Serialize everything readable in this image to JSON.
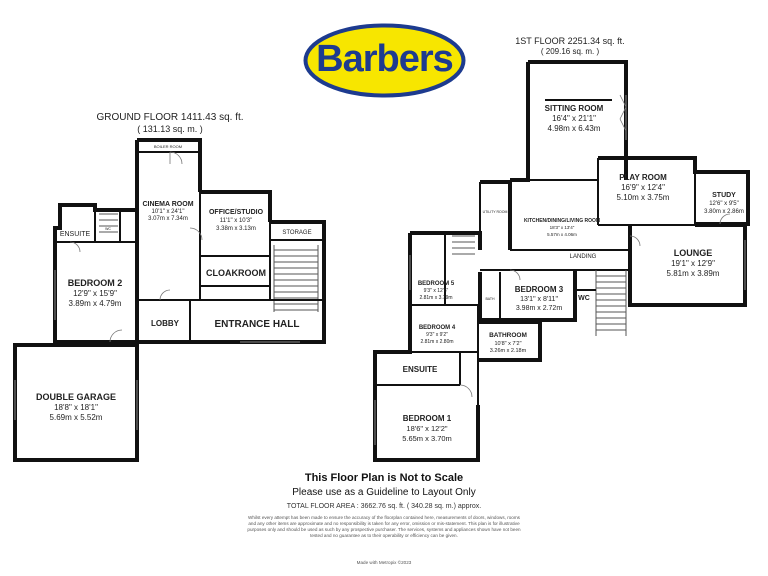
{
  "brand": {
    "logo_text": "Barbers",
    "ring_color": "#1d3b8f",
    "fill_color": "#f7e600"
  },
  "ground_floor": {
    "heading": "GROUND FLOOR 1411.43 sq. ft.",
    "heading_metric": "( 131.13 sq. m. )",
    "rooms": {
      "boiler": {
        "name": "BOILER ROOM"
      },
      "cinema": {
        "name": "CINEMA ROOM",
        "imperial": "10'1\" x 24'1\"",
        "metric": "3.07m x 7.34m"
      },
      "office": {
        "name": "OFFICE/STUDIO",
        "imperial": "11'1\" x 10'3\"",
        "metric": "3.38m x 3.13m"
      },
      "storage": {
        "name": "STORAGE"
      },
      "ensuite": {
        "name": "ENSUITE"
      },
      "wc": {
        "name": "WC"
      },
      "bedroom2": {
        "name": "BEDROOM 2",
        "imperial": "12'9\" x 15'9\"",
        "metric": "3.89m x 4.79m"
      },
      "cloakroom": {
        "name": "CLOAKROOM"
      },
      "lobby": {
        "name": "LOBBY"
      },
      "entrance": {
        "name": "ENTRANCE HALL"
      },
      "garage": {
        "name": "DOUBLE GARAGE",
        "imperial": "18'8\" x 18'1\"",
        "metric": "5.69m x 5.52m"
      }
    }
  },
  "first_floor": {
    "heading": "1ST FLOOR 2251.34 sq. ft.",
    "heading_metric": "( 209.16 sq. m. )",
    "rooms": {
      "sitting": {
        "name": "SITTING ROOM",
        "imperial": "16'4\" x 21'1\"",
        "metric": "4.98m x 6.43m"
      },
      "play": {
        "name": "PLAY ROOM",
        "imperial": "16'9\" x 12'4\"",
        "metric": "5.10m x 3.75m"
      },
      "study": {
        "name": "STUDY",
        "imperial": "12'6\" x 9'5\"",
        "metric": "3.80m x 2.86m"
      },
      "utility": {
        "name": "UTILITY ROOM"
      },
      "kitchen": {
        "name": "KITCHEN/DINING/LIVING ROOM",
        "imperial": "18'3\" x 13'4\"",
        "metric": "5.57m x 4.06m"
      },
      "lounge": {
        "name": "LOUNGE",
        "imperial": "19'1\" x 12'9\"",
        "metric": "5.81m x 3.89m"
      },
      "landing": {
        "name": "LANDING"
      },
      "bedroom5": {
        "name": "BEDROOM 5",
        "imperial": "9'3\" x 12'6\"",
        "metric": "2.81m x 3.79m"
      },
      "bedroom3": {
        "name": "BEDROOM 3",
        "imperial": "13'1\" x 8'11\"",
        "metric": "3.98m x 2.72m"
      },
      "bath_small": {
        "name": "BATH"
      },
      "wc": {
        "name": "WC"
      },
      "bedroom4": {
        "name": "BEDROOM 4",
        "imperial": "9'3\" x 9'2\"",
        "metric": "2.81m x 2.80m"
      },
      "bathroom": {
        "name": "BATHROOM",
        "imperial": "10'8\" x 7'2\"",
        "metric": "3.26m x 2.18m"
      },
      "ensuite": {
        "name": "ENSUITE"
      },
      "bedroom1": {
        "name": "BEDROOM 1",
        "imperial": "18'6\" x 12'2\"",
        "metric": "5.65m x 3.70m"
      }
    }
  },
  "footer": {
    "scale_note": "This Floor Plan is Not to Scale",
    "guideline": "Please use as a Guideline to Layout Only",
    "total_area": "TOTAL FLOOR AREA : 3662.76 sq. ft. ( 340.28 sq. m.) approx.",
    "disclaimer": "Whilst every attempt has been made to ensure the accuracy of the floorplan contained here, measurements of doors, windows, rooms and any other items are approximate and no responsibility is taken for any error, omission or mis-statement. This plan is for illustrative purposes only and should be used as such by any prospective purchaser. The services, systems and appliances shown have not been tested and no guarantee as to their operability or efficiency can be given.",
    "credit": "Made with Metropix ©2023"
  }
}
